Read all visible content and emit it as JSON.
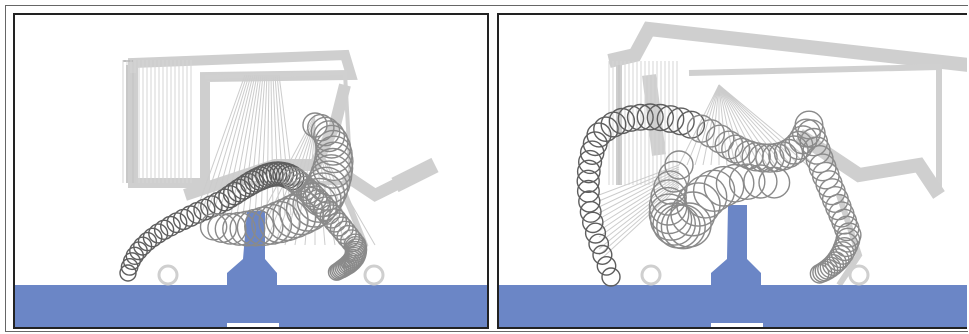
{
  "colors": {
    "ground": "#6b86c6",
    "ghost": "#c4c4c4",
    "ghost_light": "#d8d8d8",
    "circle_stroke": "#5e5e5e",
    "circle_stroke_light": "#8a8a8a",
    "frame": "#222222",
    "background": "#ffffff"
  },
  "panels": [
    {
      "id": "left",
      "icon": "motion-trail-left"
    },
    {
      "id": "right",
      "icon": "motion-trail-right"
    }
  ]
}
